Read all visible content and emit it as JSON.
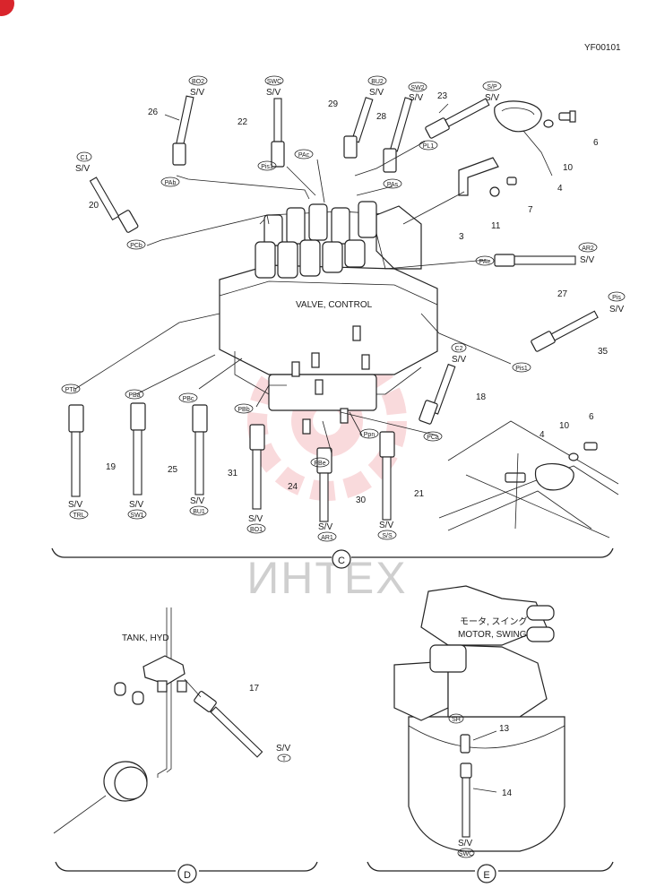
{
  "doc_code": "YF00101",
  "watermark": "ИНТЕХ",
  "labels": {
    "valve": "VALVE, CONTROL",
    "tank": "TANK, HYD",
    "motor_jp": "モータ, スイング",
    "motor_en": "MOTOR, SWING",
    "sv": "S/V"
  },
  "sections": [
    "C",
    "D",
    "E"
  ],
  "part_numbers": {
    "p3": "3",
    "p4": "4",
    "p4b": "4",
    "p6": "6",
    "p6b": "6",
    "p7": "7",
    "p10": "10",
    "p10b": "10",
    "p11": "11",
    "p13": "13",
    "p14": "14",
    "p17": "17",
    "p18": "18",
    "p19": "19",
    "p20": "20",
    "p21": "21",
    "p22": "22",
    "p23": "23",
    "p24": "24",
    "p25": "25",
    "p26": "26",
    "p27": "27",
    "p28": "28",
    "p29": "29",
    "p30": "30",
    "p31": "31",
    "p35": "35"
  },
  "tags": {
    "bo2": "BO2",
    "swc": "SWC",
    "bu2": "BU2",
    "sw2": "SW2",
    "sp": "S/P",
    "c1": "C1",
    "ar2": "AR2",
    "pis": "Pis",
    "c2": "C2",
    "trl": "TRL",
    "sw1": "SW1",
    "bu1": "BU1",
    "bo1": "BO1",
    "ar1": "AR1",
    "ss": "S/S",
    "pab": "PAb",
    "pis1a": "Pis1",
    "pac": "PAc",
    "pas": "PAs",
    "pl1": "PL1",
    "pcb": "PCb",
    "pae": "PAe",
    "pis1b": "Pis1",
    "pca": "PCa",
    "ppn": "Ppn",
    "ptb": "PTb",
    "pba": "PBa",
    "pbc": "PBc",
    "pbb": "PBb",
    "pbe": "PBe",
    "t": "T",
    "sh": "SH",
    "swc2": "SWC"
  }
}
